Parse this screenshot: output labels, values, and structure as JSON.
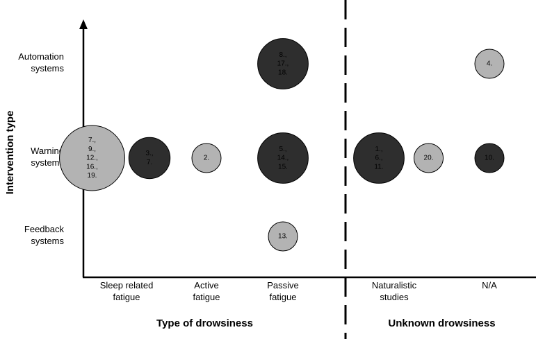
{
  "chart_data": {
    "type": "bubble",
    "x_title": "",
    "y_title": "Intervention type",
    "x_categories": [
      [
        "Sleep related",
        "fatigue"
      ],
      [
        "Active",
        "fatigue"
      ],
      [
        "Passive",
        "fatigue"
      ],
      [
        "Naturalistic",
        "studies"
      ],
      [
        "N/A"
      ]
    ],
    "y_categories": [
      [
        "Automation",
        "systems"
      ],
      [
        "Warning",
        "systems"
      ],
      [
        "Feedback",
        "systems"
      ]
    ],
    "groups": [
      {
        "label": "Type of drowsiness",
        "categories": [
          0,
          1,
          2
        ]
      },
      {
        "label": "Unknown drowsiness",
        "categories": [
          3,
          4
        ]
      }
    ],
    "bubbles": [
      {
        "x": 0,
        "y": 1,
        "count": 5,
        "labels": [
          "7.,",
          "9.,",
          "12.,",
          "16.,",
          "19."
        ],
        "shade": "light",
        "offset": -0.45
      },
      {
        "x": 0,
        "y": 1,
        "count": 2,
        "labels": [
          "3.,",
          "7."
        ],
        "shade": "dark",
        "offset": 0.3
      },
      {
        "x": 1,
        "y": 1,
        "count": 1,
        "labels": [
          "2."
        ],
        "shade": "light",
        "offset": 0
      },
      {
        "x": 2,
        "y": 0,
        "count": 3,
        "labels": [
          "8.,",
          "17.,",
          "18."
        ],
        "shade": "dark",
        "offset": 0
      },
      {
        "x": 2,
        "y": 1,
        "count": 3,
        "labels": [
          "5.,",
          "14.,",
          "15."
        ],
        "shade": "dark",
        "offset": 0
      },
      {
        "x": 2,
        "y": 2,
        "count": 1,
        "labels": [
          "13."
        ],
        "shade": "light",
        "offset": 0
      },
      {
        "x": 3,
        "y": 1,
        "count": 3,
        "labels": [
          "1.,",
          "6.,",
          "11."
        ],
        "shade": "dark",
        "offset": -0.2
      },
      {
        "x": 3,
        "y": 1,
        "count": 1,
        "labels": [
          "20."
        ],
        "shade": "light",
        "offset": 0.45
      },
      {
        "x": 4,
        "y": 0,
        "count": 1,
        "labels": [
          "4."
        ],
        "shade": "light",
        "offset": 0
      },
      {
        "x": 4,
        "y": 1,
        "count": 1,
        "labels": [
          "10."
        ],
        "shade": "dark",
        "offset": 0
      }
    ],
    "colors": {
      "light": "#b3b3b3",
      "dark": "#2e2e2e",
      "stroke": "#000000"
    }
  }
}
